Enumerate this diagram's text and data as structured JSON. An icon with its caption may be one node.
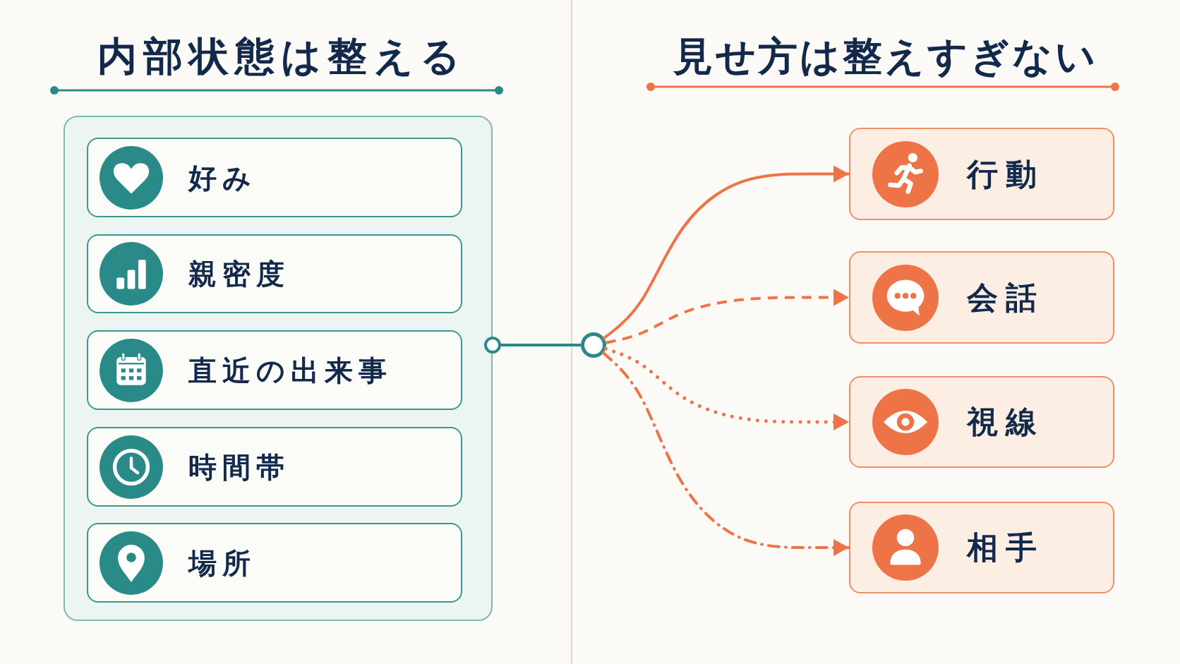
{
  "diagram": {
    "nodes": [
      {
        "text": [],
        "shape": "box"
      },
      {
        "text": [
          "好み"
        ],
        "in": 0
      },
      {
        "text": [
          "親密度"
        ],
        "in": 0
      },
      {
        "text": [
          "直近の出来事"
        ],
        "in": 0
      },
      {
        "text": [
          "時間帯"
        ],
        "in": 0
      },
      {
        "text": [
          "場所"
        ],
        "in": 0
      },
      {
        "text": [],
        "shape": "circle"
      },
      {
        "text": [
          "行動"
        ]
      },
      {
        "text": [
          "会話"
        ]
      },
      {
        "text": [
          "視線"
        ]
      },
      {
        "text": [
          "相手"
        ]
      }
    ],
    "edges": [
      {
        "from": 0,
        "to": 6,
        "arrow": "other",
        "color": "#2a8a87"
      },
      {
        "from": 6,
        "to": 7,
        "arrow": "to"
      },
      {
        "from": 6,
        "to": 8,
        "arrow": "to",
        "style": "dashed"
      },
      {
        "from": 6,
        "to": 9,
        "arrow": "to",
        "style": "dashed"
      },
      {
        "from": 6,
        "to": 10,
        "arrow": "to",
        "style": "dashed"
      }
    ],
    "labels": [
      "内部状態は整える",
      "見せ方は整えすぎない"
    ]
  }
}
